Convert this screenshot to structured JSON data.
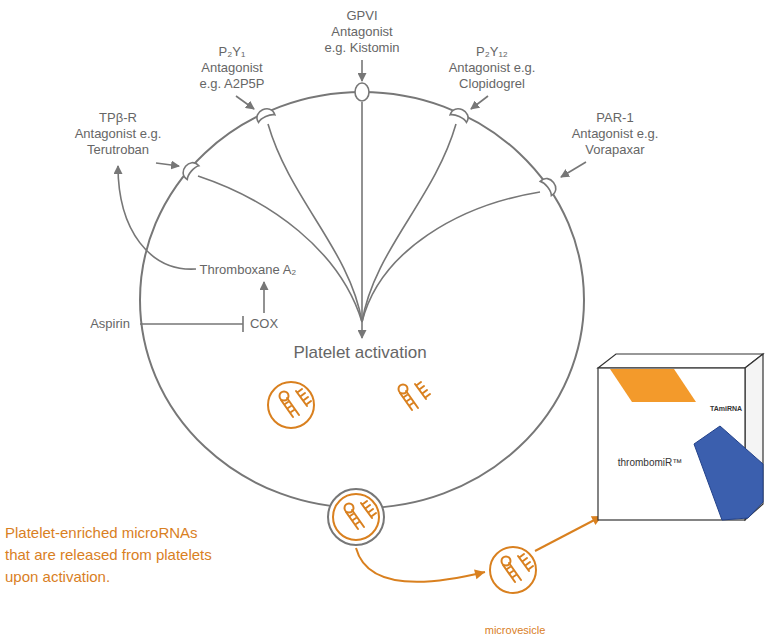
{
  "diagram": {
    "nodes": [
      {
        "text": [
          "Thromboxane A₂",
          "COX",
          "Platelet activation"
        ]
      },
      {
        "text": [
          "microvesicle"
        ]
      },
      {
        "text": [
          "TAmiRNA",
          "thrombomiR™"
        ]
      }
    ],
    "edges": [
      {
        "from": 0,
        "to": 1,
        "arrow": "to"
      },
      {
        "from": 1,
        "to": 2,
        "arrow": "to"
      }
    ],
    "labels": [
      "TPβ-R Antagonist e.g. Terutroban",
      "P₂Y₁ Antagonist e.g. A2P5P",
      "GPVI Antagonist e.g. Kistomin",
      "P₂Y₁₂ Antagonist e.g. Clopidogrel",
      "PAR-1 Antagonist e.g. Vorapaxar",
      "Aspirin",
      "Platelet-enriched microRNAs that are released from platelets upon activation."
    ]
  }
}
